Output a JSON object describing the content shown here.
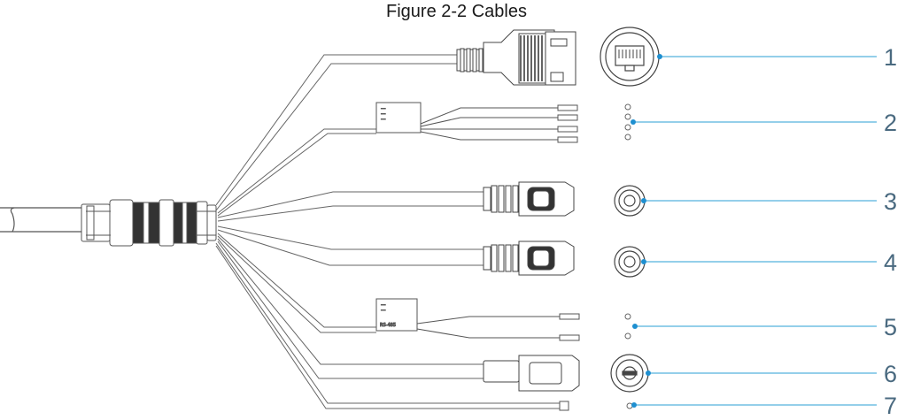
{
  "figure": {
    "title": "Figure 2-2 Cables"
  },
  "connector_labels": {
    "rs485": "RS-485"
  },
  "colors": {
    "callout_line": "#2a9fd6",
    "callout_dot": "#1e8fd0",
    "callout_number": "#4a6a80",
    "cable_outline": "#555555"
  },
  "callouts": [
    {
      "number": "1",
      "part": "network port"
    },
    {
      "number": "2",
      "part": "four-wire connector"
    },
    {
      "number": "3",
      "part": "RCA connector"
    },
    {
      "number": "4",
      "part": "RCA connector"
    },
    {
      "number": "5",
      "part": "RS-485 wires"
    },
    {
      "number": "6",
      "part": "power jack"
    },
    {
      "number": "7",
      "part": "single wire"
    }
  ]
}
